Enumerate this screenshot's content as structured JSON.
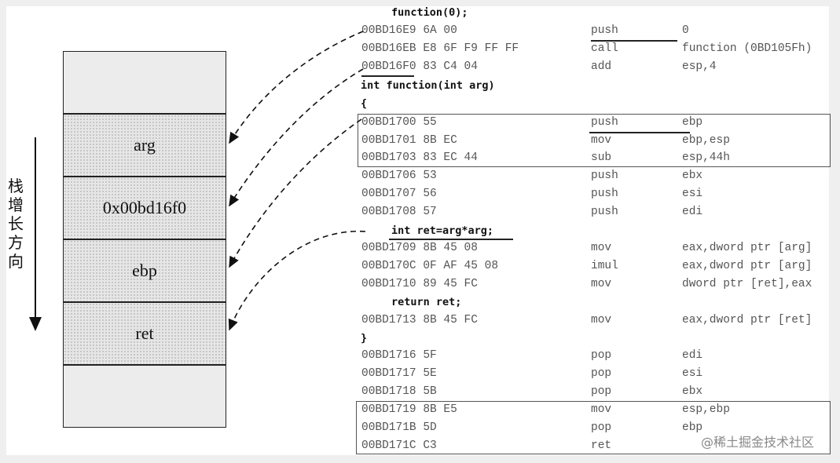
{
  "stack": {
    "cells": [
      "",
      "arg",
      "0x00bd16f0",
      "ebp",
      "ret",
      ""
    ],
    "direction_label": "栈增长方向"
  },
  "code": [
    {
      "type": "src",
      "text": "function(0);",
      "indent": true
    },
    {
      "addr": "00BD16E9 6A 00",
      "mn": "push",
      "op": "0"
    },
    {
      "addr": "00BD16EB E8 6F F9 FF FF",
      "mn": "call",
      "op": "function (0BD105Fh)"
    },
    {
      "addr": "00BD16F0 83 C4 04",
      "mn": "add",
      "op": "esp,4"
    },
    {
      "type": "src",
      "text": "int function(int arg)"
    },
    {
      "type": "src",
      "text": "{"
    },
    {
      "addr": "00BD1700 55",
      "mn": "push",
      "op": "ebp"
    },
    {
      "addr": "00BD1701 8B EC",
      "mn": "mov",
      "op": "ebp,esp"
    },
    {
      "addr": "00BD1703 83 EC 44",
      "mn": "sub",
      "op": "esp,44h"
    },
    {
      "addr": "00BD1706 53",
      "mn": "push",
      "op": "ebx"
    },
    {
      "addr": "00BD1707 56",
      "mn": "push",
      "op": "esi"
    },
    {
      "addr": "00BD1708 57",
      "mn": "push",
      "op": "edi"
    },
    {
      "type": "src",
      "text": "int ret=arg*arg;",
      "indent": true
    },
    {
      "addr": "00BD1709 8B 45 08",
      "mn": "mov",
      "op": "eax,dword ptr [arg]"
    },
    {
      "addr": "00BD170C 0F AF 45 08",
      "mn": "imul",
      "op": "eax,dword ptr [arg]"
    },
    {
      "addr": "00BD1710 89 45 FC",
      "mn": "mov",
      "op": "dword ptr [ret],eax"
    },
    {
      "type": "src",
      "text": "return ret;",
      "indent": true
    },
    {
      "addr": "00BD1713 8B 45 FC",
      "mn": "mov",
      "op": "eax,dword ptr [ret]"
    },
    {
      "type": "src",
      "text": "}"
    },
    {
      "addr": "00BD1716 5F",
      "mn": "pop",
      "op": "edi"
    },
    {
      "addr": "00BD1717 5E",
      "mn": "pop",
      "op": "esi"
    },
    {
      "addr": "00BD1718 5B",
      "mn": "pop",
      "op": "ebx"
    },
    {
      "addr": "00BD1719 8B E5",
      "mn": "mov",
      "op": "esp,ebp"
    },
    {
      "addr": "00BD171B 5D",
      "mn": "pop",
      "op": "ebp"
    },
    {
      "addr": "00BD171C C3",
      "mn": "ret",
      "op": ""
    }
  ],
  "watermark": "@稀土掘金技术社区"
}
